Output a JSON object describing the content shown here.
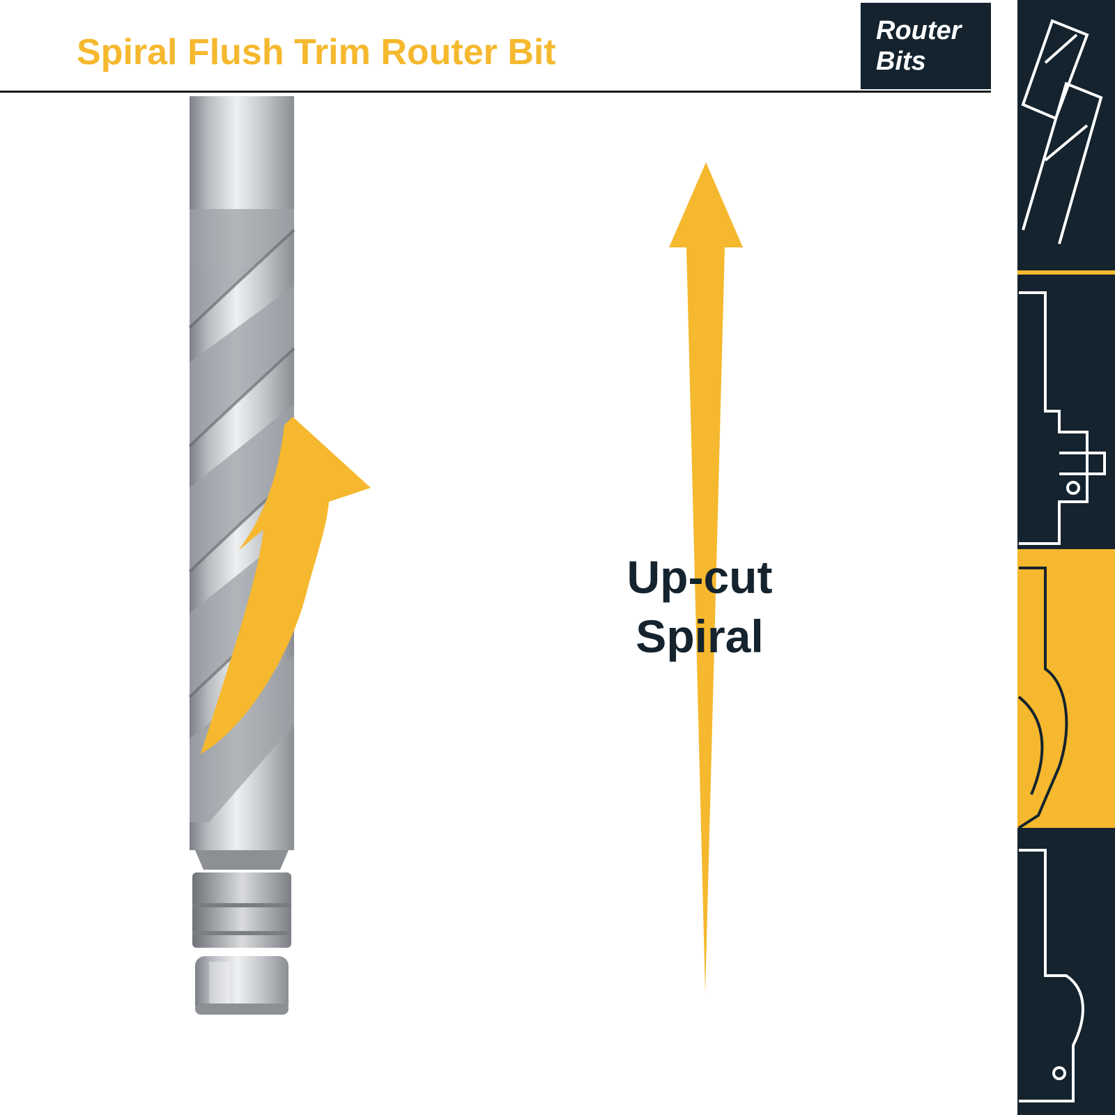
{
  "header": {
    "title": "Spiral Flush Trim Router Bit"
  },
  "logo": {
    "line1": "Router",
    "line2": "Bits"
  },
  "annotation": {
    "line1": "Up-cut",
    "line2": "Spiral"
  },
  "icons": [
    "router-bit-photo",
    "upcut-curved-arrow",
    "upward-arrow",
    "router-bit-outline-icons"
  ],
  "colors": {
    "accent_yellow": "#f5b82e",
    "dark_navy": "#14232e",
    "background": "#ffffff"
  }
}
